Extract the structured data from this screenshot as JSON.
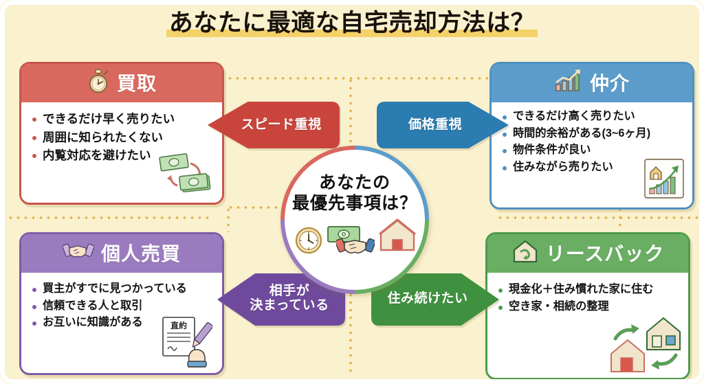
{
  "title": "あなたに最適な自宅売却方法は？",
  "center": {
    "line1": "あなたの",
    "line2": "最優先事項は？",
    "icons": [
      "clock-icon",
      "money-icon",
      "handshake-icon",
      "house-icon"
    ]
  },
  "colors": {
    "background": "#faf1cf",
    "dotted_line": "#e2b44b",
    "title_highlight": "#f4d269",
    "kaitori": "#d9685e",
    "chukai": "#5c9ccb",
    "kojin": "#9b7bbf",
    "leaseback": "#6aae63"
  },
  "cards": {
    "kaitori": {
      "title": "買取",
      "icon": "stopwatch-icon",
      "art": "money-exchange-icon",
      "bullets": [
        "できるだけ早く売りたい",
        "周囲に知られたくない",
        "内覧対応を避けたい"
      ]
    },
    "chukai": {
      "title": "仲介",
      "icon": "rising-chart-icon",
      "art": "house-growth-chart-icon",
      "bullets": [
        "できるだけ高く売りたい",
        "時間的余裕がある(3~6ヶ月)",
        "物件条件が良い",
        "住みながら売りたい"
      ]
    },
    "kojin": {
      "title": "個人売買",
      "icon": "handshake-icon",
      "art": "contract-signing-icon",
      "art_label": "直約",
      "bullets": [
        "買主がすでに見つかっている",
        "信頼できる人と取引",
        "お互いに知識がある"
      ]
    },
    "leaseback": {
      "title": "リースバック",
      "icon": "house-return-icon",
      "art": "house-swap-icon",
      "bullets": [
        "現金化＋住み慣れた家に住む",
        "空き家・相続の整理"
      ]
    }
  },
  "arrows": {
    "speed": {
      "label": "スピード重視",
      "direction": "left",
      "color": "#c9453c"
    },
    "price": {
      "label": "価格重視",
      "direction": "right",
      "color": "#2b7cb0"
    },
    "partner": {
      "label_line1": "相手が",
      "label_line2": "決まっている",
      "direction": "left",
      "color": "#6f4a9c"
    },
    "live": {
      "label": "住み続けたい",
      "direction": "right",
      "color": "#3f9140"
    }
  }
}
